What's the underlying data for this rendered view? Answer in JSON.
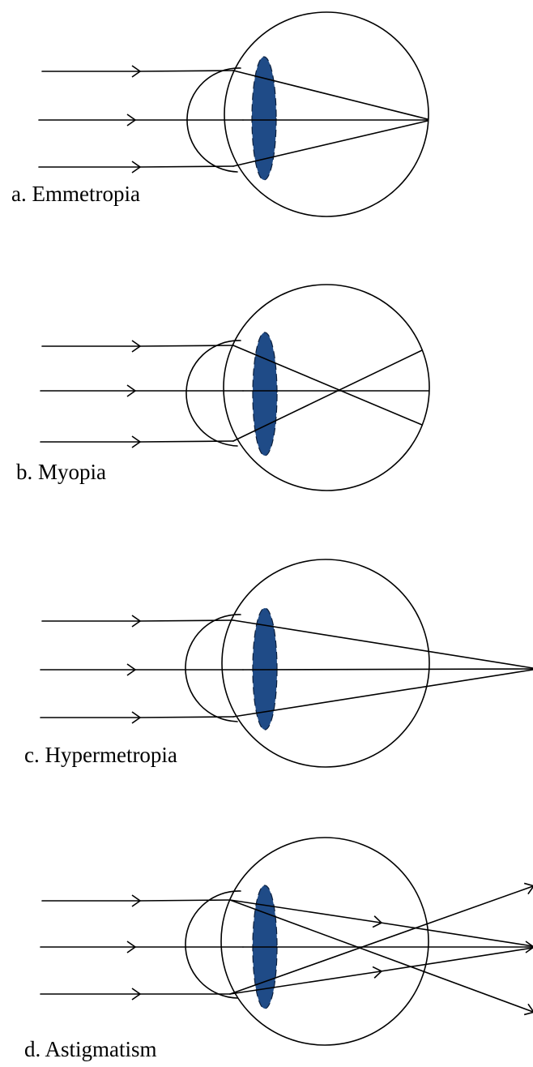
{
  "panels": [
    {
      "label": "a. Emmetropia"
    },
    {
      "label": "b. Myopia"
    },
    {
      "label": "c. Hypermetropia"
    },
    {
      "label": "d. Astigmatism"
    }
  ],
  "colors": {
    "lens": "#1f4b87",
    "line": "#000000"
  }
}
